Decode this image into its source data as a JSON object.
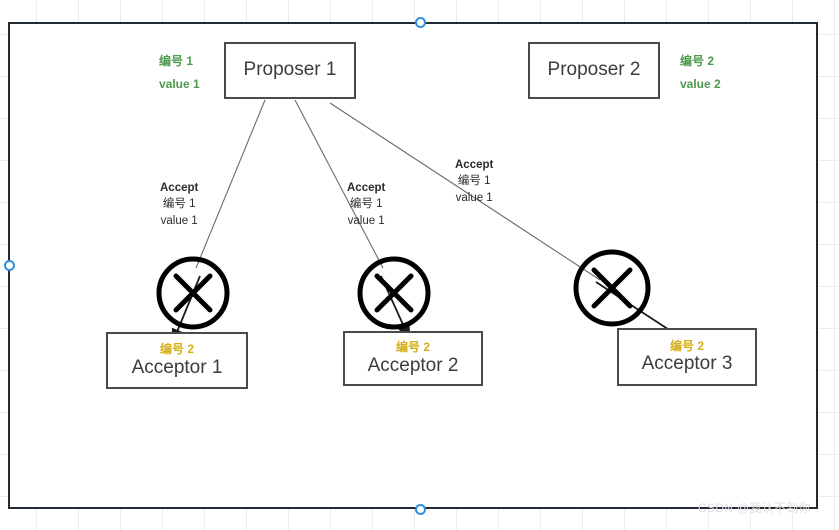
{
  "canvas": {
    "watermark": "CSDN @我认不到你"
  },
  "nodes": {
    "proposers": [
      {
        "id": "proposer1",
        "label": "Proposer 1"
      },
      {
        "id": "proposer2",
        "label": "Proposer 2"
      }
    ],
    "acceptors": [
      {
        "id": "acceptor1",
        "label": "Acceptor 1",
        "tag": "编号 2"
      },
      {
        "id": "acceptor2",
        "label": "Acceptor 2",
        "tag": "编号 2"
      },
      {
        "id": "acceptor3",
        "label": "Acceptor 3",
        "tag": "编号 2"
      }
    ]
  },
  "annotations": {
    "left_tag": {
      "line1": "编号 1",
      "line2": "value 1"
    },
    "right_tag": {
      "line1": "编号 2",
      "line2": "value 2"
    }
  },
  "messages": [
    {
      "id": "accept1",
      "header": "Accept",
      "line2": "编号 1",
      "line3": "value 1"
    },
    {
      "id": "accept2",
      "header": "Accept",
      "line2": "编号 1",
      "line3": "value 1"
    },
    {
      "id": "accept3",
      "header": "Accept",
      "line2": "编号 1",
      "line3": "value 1"
    }
  ],
  "markers": [
    {
      "id": "reject1",
      "kind": "circle-x"
    },
    {
      "id": "reject2",
      "kind": "circle-x"
    },
    {
      "id": "reject3",
      "kind": "circle-x"
    }
  ],
  "colors": {
    "green_tag": "#4e9a4e",
    "gold_tag": "#d4af16",
    "node_border": "#4a4a4a",
    "canvas_border": "#222a35",
    "handle": "#2f8fe0",
    "wire": "#6b6b6b",
    "arrow": "#1a1a1a"
  }
}
